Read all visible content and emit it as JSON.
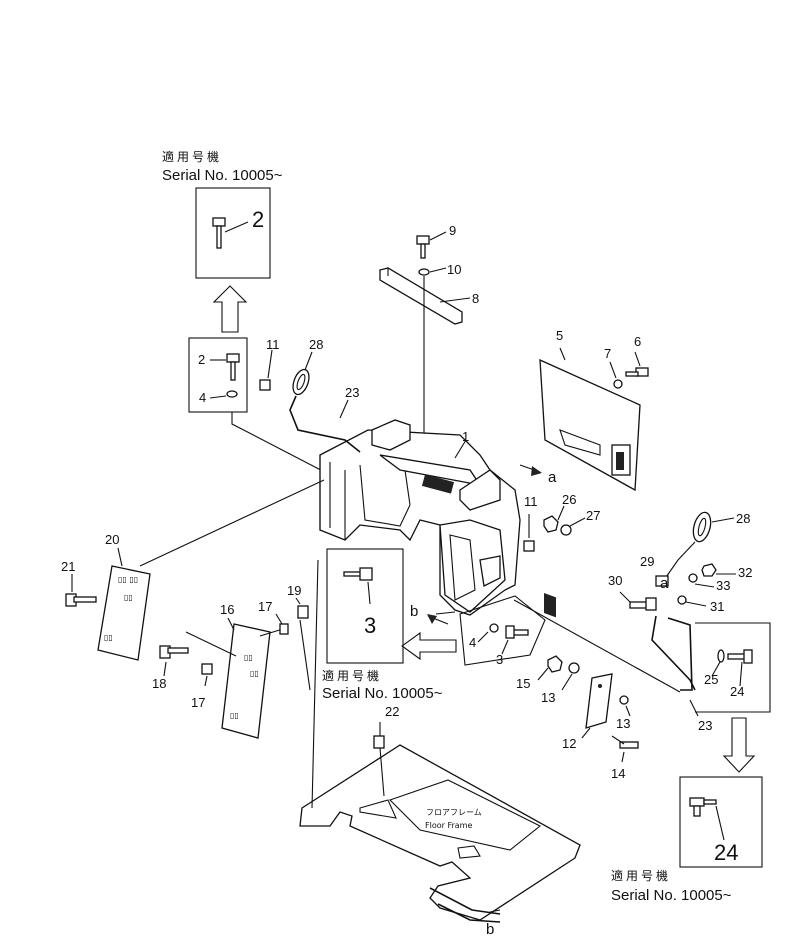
{
  "serial_notes": {
    "top_left": {
      "jp": "適用号機",
      "serial": "Serial No. 10005~",
      "box_number": "2"
    },
    "center": {
      "jp": "適用号機",
      "serial": "Serial No. 10005~",
      "box_number": "3"
    },
    "bottom_right": {
      "jp": "適用号機",
      "serial": "Serial No. 10005~",
      "box_number": "24"
    }
  },
  "floor_frame": {
    "jp": "フロアフレーム",
    "en": "Floor Frame"
  },
  "views": {
    "a1": "a",
    "a2": "a",
    "b1": "b",
    "b2": "b"
  },
  "callouts": {
    "p1": "1",
    "p2": "2",
    "p3": "3",
    "p4a": "4",
    "p4b": "4",
    "p5": "5",
    "p6": "6",
    "p7": "7",
    "p8": "8",
    "p9": "9",
    "p10": "10",
    "p11a": "11",
    "p11b": "11",
    "p12": "12",
    "p13a": "13",
    "p13b": "13",
    "p14": "14",
    "p15": "15",
    "p16": "16",
    "p17a": "17",
    "p17b": "17",
    "p18": "18",
    "p19": "19",
    "p20": "20",
    "p21": "21",
    "p22": "22",
    "p23a": "23",
    "p23b": "23",
    "p24": "24",
    "p25": "25",
    "p26": "26",
    "p27": "27",
    "p28a": "28",
    "p28b": "28",
    "p29": "29",
    "p30": "30",
    "p31": "31",
    "p32": "32",
    "p33": "33"
  }
}
